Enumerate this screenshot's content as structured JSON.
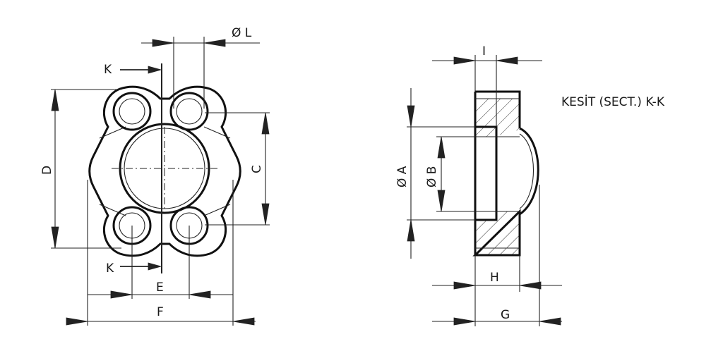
{
  "title": "KESİT (SECT.) K-K",
  "labels": {
    "phi_l": "Ø L",
    "k_top": "K",
    "k_bottom": "K",
    "d": "D",
    "c": "C",
    "e": "E",
    "f": "F",
    "i": "I",
    "phi_a": "Ø A",
    "phi_b": "Ø B",
    "h": "H",
    "g": "G"
  },
  "colors": {
    "line": "#111111",
    "background": "#ffffff"
  }
}
